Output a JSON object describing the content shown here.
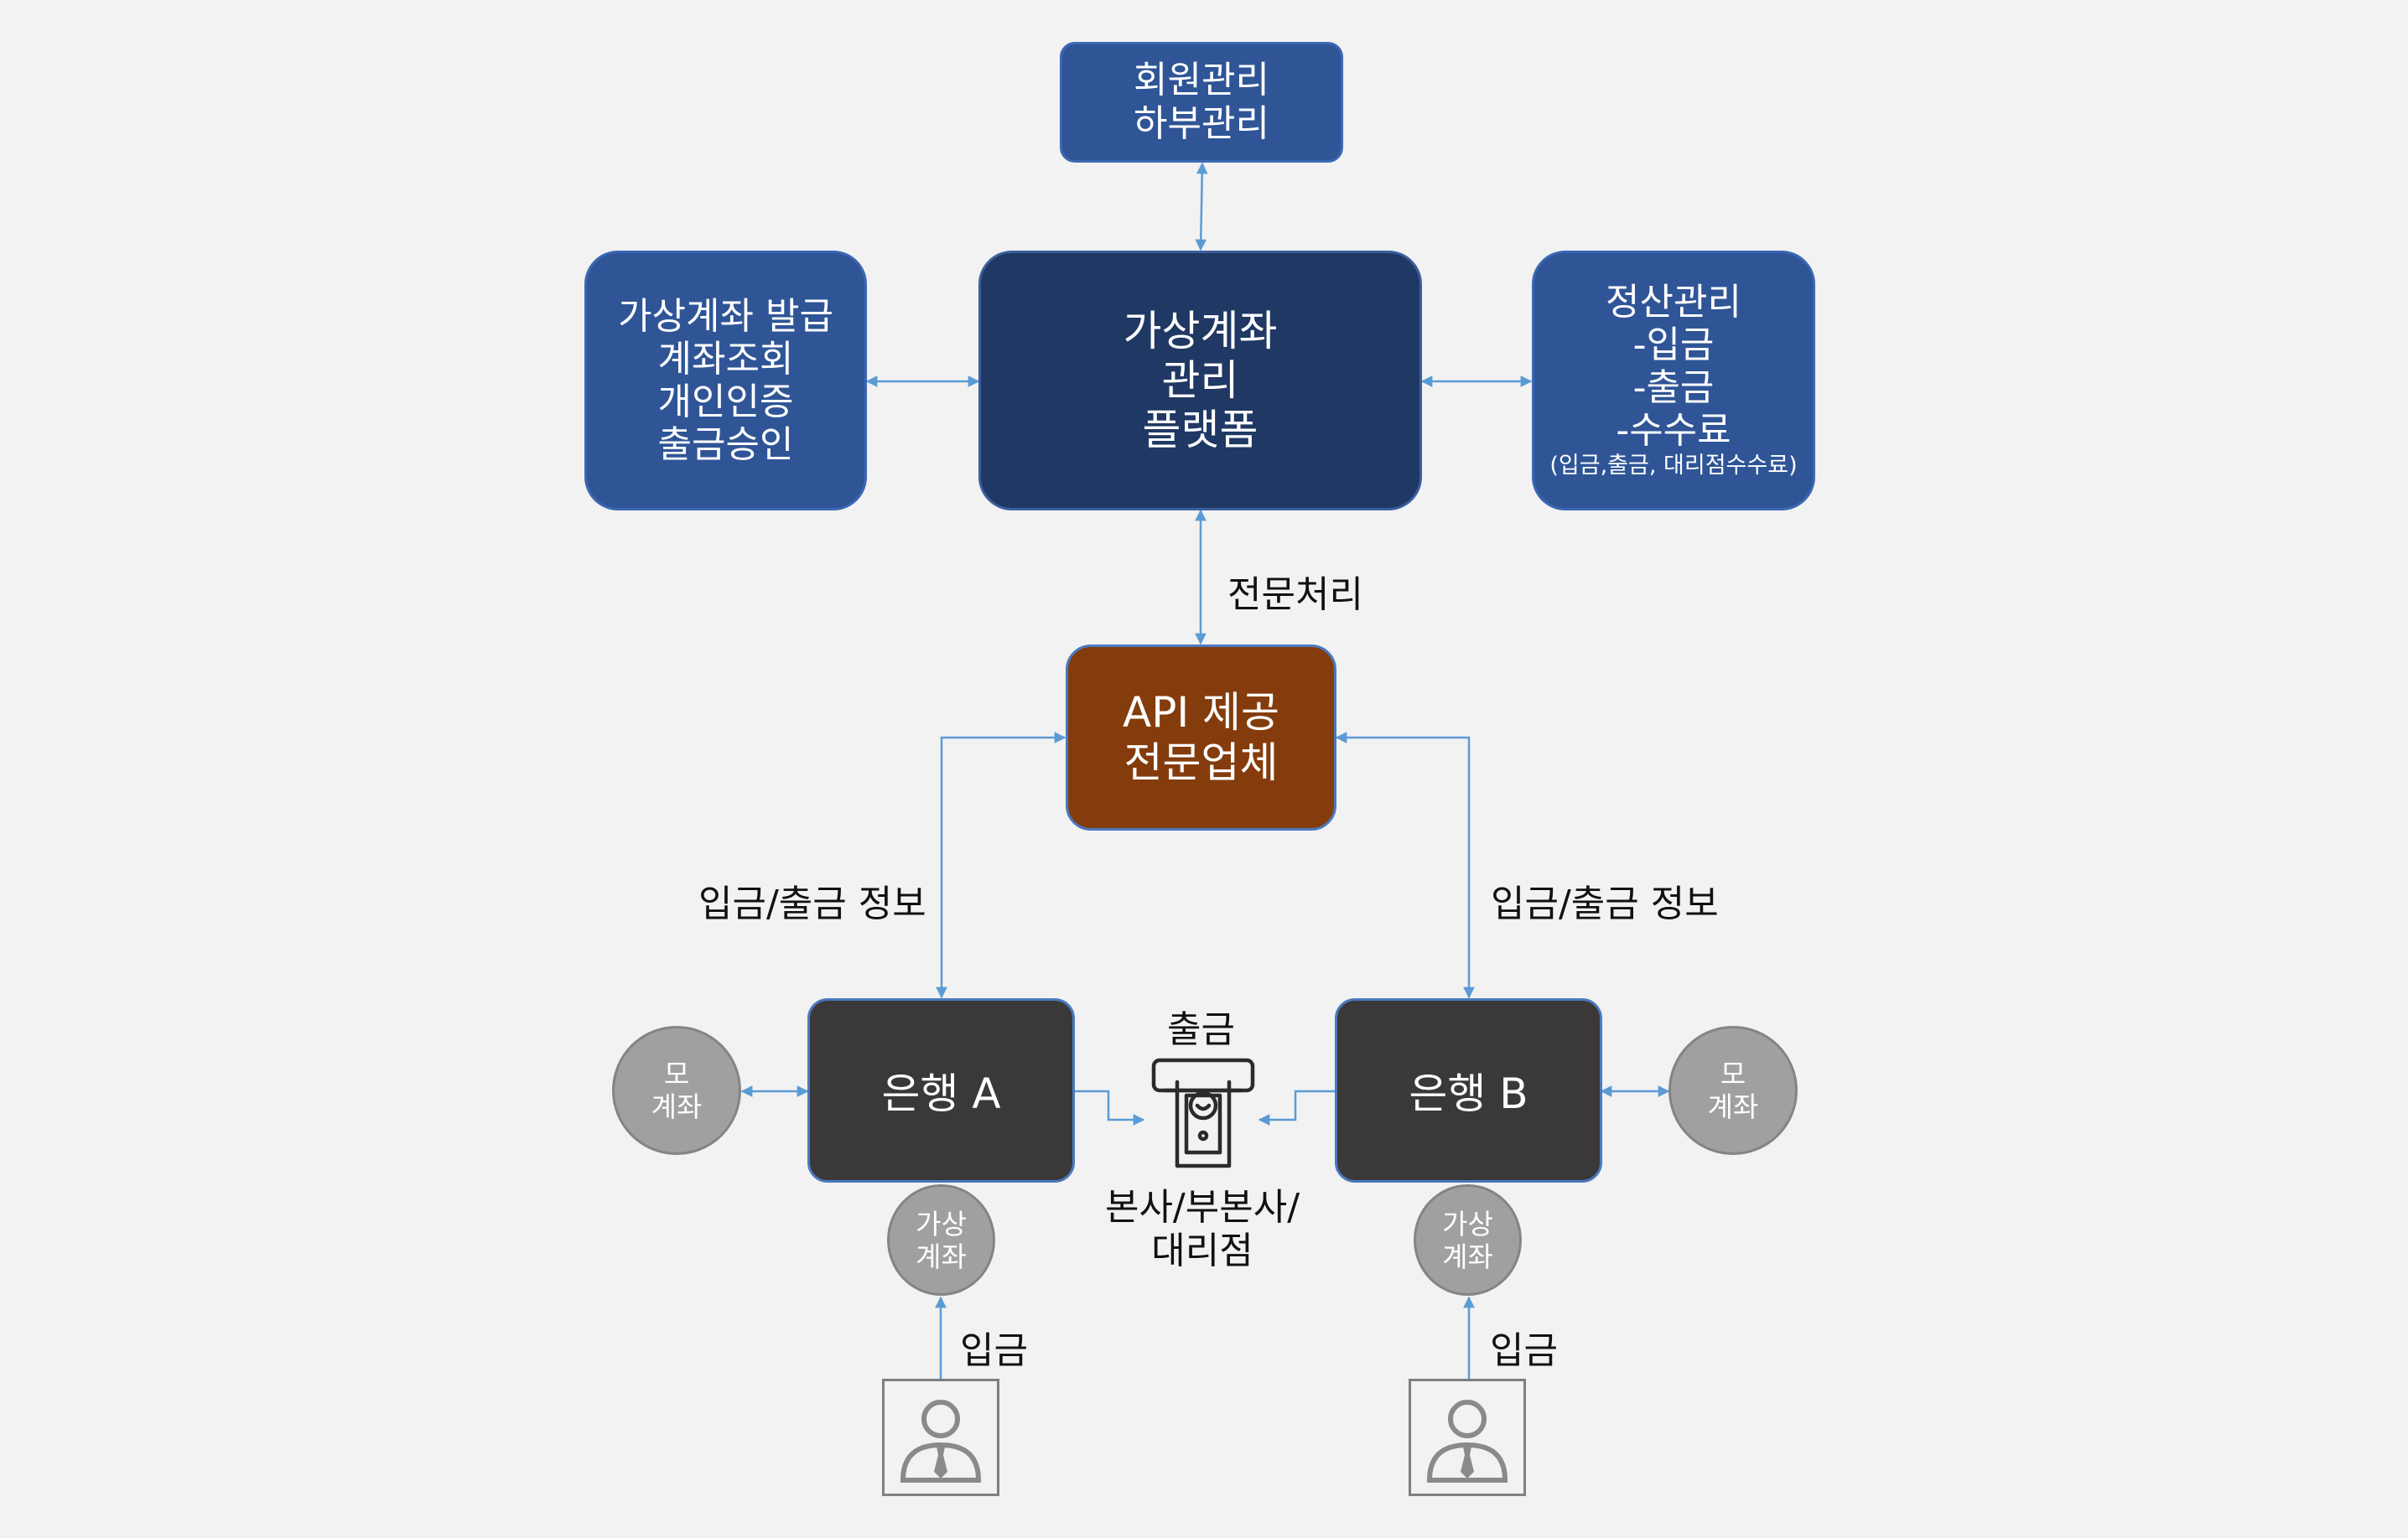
{
  "nodes": {
    "member": [
      "회원관리",
      "하부관리"
    ],
    "platform": [
      "가상계좌",
      "관리",
      "플랫폼"
    ],
    "issue": [
      "가상계좌 발급",
      "계좌조회",
      "개인인증",
      "출금승인"
    ],
    "settle": [
      "정산관리",
      "-입금",
      "-출금",
      "-수수료"
    ],
    "settle_note": "(입금,출금, 대리점수수료)",
    "api": [
      "API 제공",
      "전문업체"
    ],
    "bank_a": "은행 A",
    "bank_b": "은행 B",
    "mother_account": [
      "모",
      "계좌"
    ],
    "virtual_account": [
      "가상",
      "계좌"
    ],
    "branch": [
      "본사/부본사/",
      "대리점"
    ]
  },
  "labels": {
    "message_processing": "전문처리",
    "deposit_withdraw_info": "입금/출금 정보",
    "withdrawal": "출금",
    "deposit": "입금"
  },
  "colors": {
    "background": "#f2f2f2",
    "blue": "#2f5597",
    "navy": "#203864",
    "brown": "#843c0c",
    "dark": "#3a3838",
    "gray_circle": "#a0a0a0",
    "arrow": "#5b9bd5"
  },
  "icons": [
    "atm-withdrawal-icon",
    "person-icon"
  ]
}
